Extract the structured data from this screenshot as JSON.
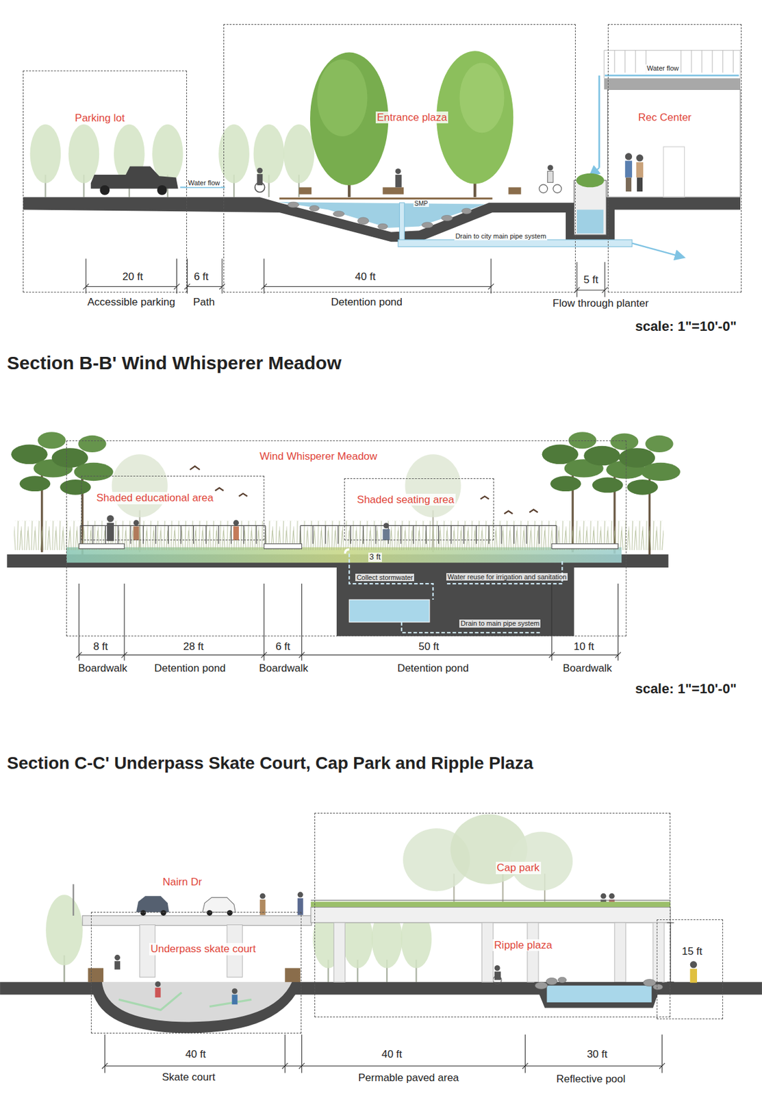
{
  "diagram": {
    "nodes": [
      {
        "text": [
          "Parking lot"
        ]
      },
      {
        "text": [
          "Entrance plaza"
        ]
      },
      {
        "text": [
          "Rec Center"
        ]
      },
      {
        "text": [
          "Wind Whisperer Meadow"
        ]
      },
      {
        "text": [
          "Shaded educational area"
        ],
        "in": 3
      },
      {
        "text": [
          "Shaded seating area"
        ],
        "in": 3
      },
      {
        "text": [
          "Underpass skate court"
        ]
      },
      {
        "text": [
          "Cap park"
        ]
      },
      {
        "text": [
          "15 ft"
        ]
      }
    ],
    "labels": [
      "Water flow",
      "Water flow",
      "SMP",
      "Drain to city main pipe system",
      "20 ft",
      "6 ft",
      "40 ft",
      "5 ft",
      "Accessible parking",
      "Path",
      "Detention pond",
      "Flow through planter",
      "scale: 1\"=10'-0\"",
      "Section B-B' Wind Whisperer Meadow",
      "3 ft",
      "Collect stormwater",
      "Water reuse for irrigation and sanitation",
      "Drain to main pipe system",
      "8 ft",
      "28 ft",
      "6 ft",
      "50 ft",
      "10 ft",
      "Boardwalk",
      "Detention pond",
      "Boardwalk",
      "Detention pond",
      "Boardwalk",
      "scale: 1\"=10'-0\"",
      "Section C-C' Underpass Skate Court, Cap Park and Ripple Plaza",
      "Nairn Dr",
      "Ripple plaza",
      "40 ft",
      "40 ft",
      "30 ft",
      "Skate court",
      "Permable paved area",
      "Reflective pool"
    ]
  }
}
